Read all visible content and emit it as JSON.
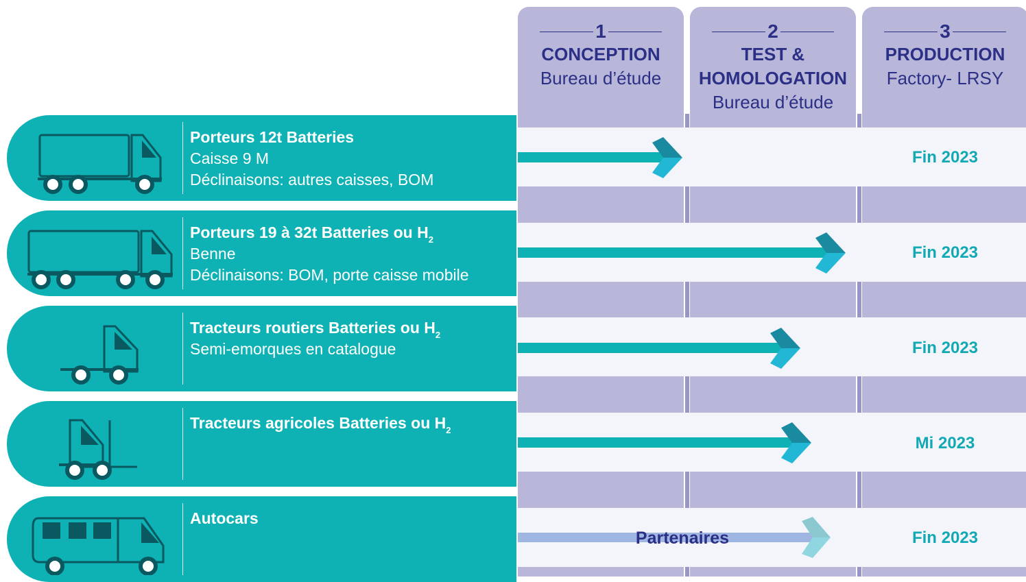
{
  "phases": [
    {
      "number": "1",
      "title": "CONCEPTION",
      "subtitle": "Bureau d’étude"
    },
    {
      "number": "2",
      "title_line1": "TEST &",
      "title_line2": "HOMOLOGATION",
      "subtitle": "Bureau d’étude"
    },
    {
      "number": "3",
      "title": "PRODUCTION",
      "subtitle": "Factory- LRSY"
    }
  ],
  "rows": [
    {
      "title": "Porteurs 12t Batteries",
      "line2": "Caisse 9 M",
      "line3": "Déclinaisons: autres caisses, BOM",
      "icon": "rigid-truck-12t-icon",
      "milestone": "Fin 2023"
    },
    {
      "title": "Porteurs 19 à 32t Batteries ou H",
      "title_sub": "2",
      "line2": "Benne",
      "line3": "Déclinaisons: BOM, porte caisse mobile",
      "icon": "rigid-truck-32t-icon",
      "milestone": "Fin 2023"
    },
    {
      "title": "Tracteurs routiers Batteries ou H",
      "title_sub": "2",
      "line2": "Semi-emorques en catalogue",
      "icon": "road-tractor-icon",
      "milestone": "Fin 2023"
    },
    {
      "title": "Tracteurs agricoles Batteries ou H",
      "title_sub": "2",
      "icon": "agricultural-tractor-icon",
      "milestone": "Mi 2023"
    },
    {
      "title": "Autocars",
      "icon": "coach-bus-icon",
      "milestone": "Fin 2023",
      "arrow_label": "Partenaires"
    }
  ],
  "colors": {
    "teal": "#0fb2b4",
    "navy": "#2b2f86",
    "lavender": "#b9b7d9",
    "band": "#f4f5fb",
    "partner_arrow": "#9fb6e3"
  }
}
